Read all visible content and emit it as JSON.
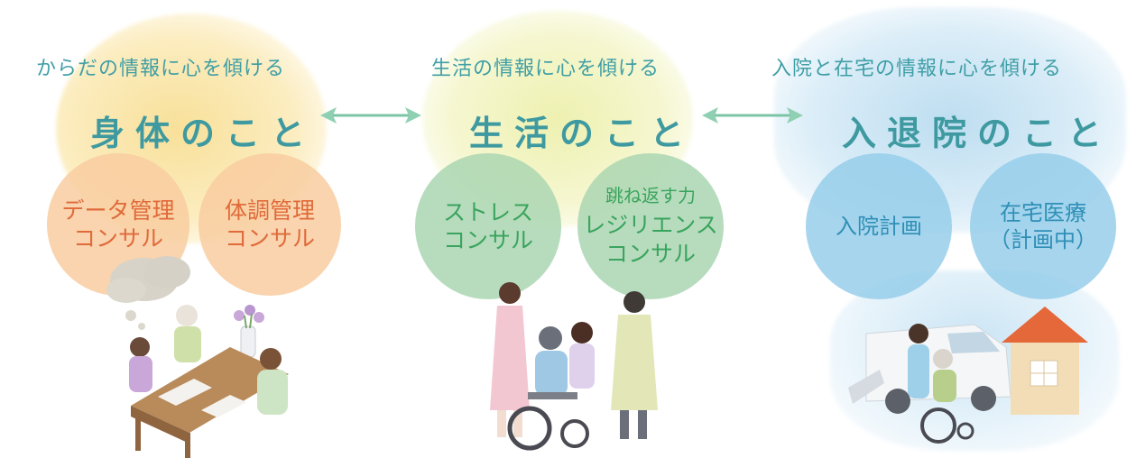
{
  "sections": [
    {
      "subtitle": "からだの情報に心を傾ける",
      "title": "身体のこと",
      "circles": [
        {
          "lines": [
            "データ管理",
            "コンサル"
          ]
        },
        {
          "lines": [
            "体調管理",
            "コンサル"
          ]
        }
      ]
    },
    {
      "subtitle": "生活の情報に心を傾ける",
      "title": "生活のこと",
      "circles": [
        {
          "lines": [
            "ストレス",
            "コンサル"
          ]
        },
        {
          "small": "跳ね返す力",
          "lines": [
            "レジリエンス",
            "コンサル"
          ]
        }
      ]
    },
    {
      "subtitle": "入院と在宅の情報に心を傾ける",
      "title": "入退院のこと",
      "circles": [
        {
          "lines": [
            "入院計画"
          ]
        },
        {
          "lines": [
            "在宅医療",
            "（計画中）"
          ]
        }
      ]
    }
  ],
  "colors": {
    "heading": "#3e9aa0",
    "orange_text": "#e06a3a",
    "green_text": "#3aa45e",
    "blue_text": "#2f8fb6",
    "arrow": "#7cc4a6"
  },
  "icons": [
    "double-arrow-icon",
    "thought-bubble-icon",
    "house-icon",
    "car-icon",
    "wheelchair-icon"
  ]
}
